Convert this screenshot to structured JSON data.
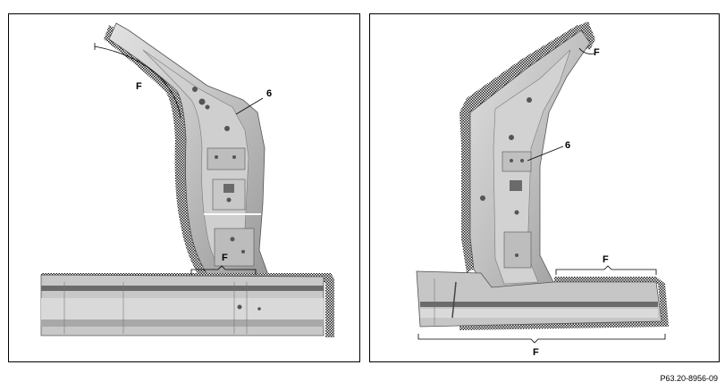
{
  "left_panel": {
    "flange_label_top": "F",
    "part_number": "6",
    "flange_label_bottom": "F"
  },
  "right_panel": {
    "flange_label_top": "F",
    "part_number": "6",
    "flange_label_right": "F",
    "flange_label_bottom": "F"
  },
  "reference_code": "P63.20-8956-09",
  "colors": {
    "metal_light": "#d4d4d4",
    "metal_mid": "#b4b4b4",
    "metal_dark": "#8a8a8a",
    "flange_pattern": "#1a1a1a"
  }
}
